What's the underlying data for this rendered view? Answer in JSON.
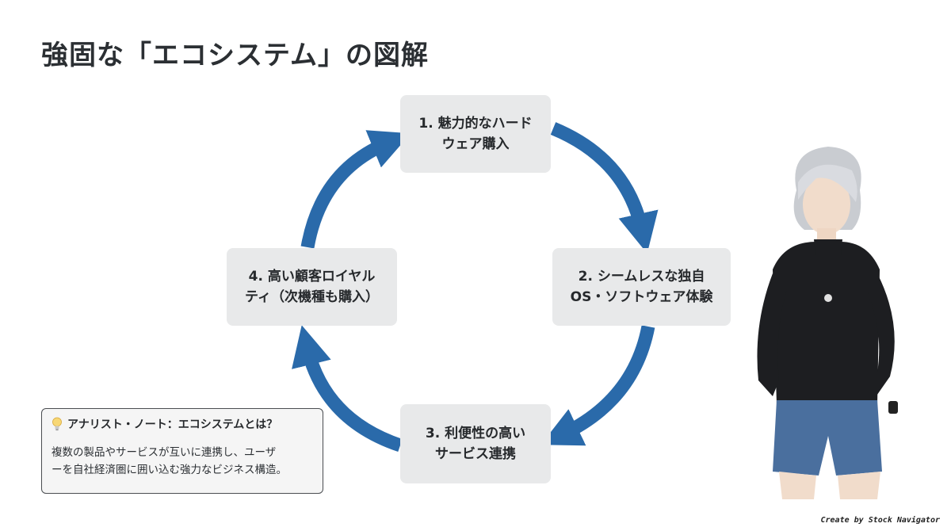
{
  "title": "強固な「エコシステム」の図解",
  "cycle": {
    "steps": [
      {
        "line1": "1. 魅力的なハード",
        "line2": "ウェア購入"
      },
      {
        "line1": "2. シームレスな独自",
        "line2": "OS・ソフトウェア体験"
      },
      {
        "line1": "3. 利便性の高い",
        "line2": "サービス連携"
      },
      {
        "line1": "4. 高い顧客ロイヤル",
        "line2": "ティ（次機種も購入）"
      }
    ],
    "arrow_color": "#2a6aaa"
  },
  "note": {
    "icon": "lightbulb-icon",
    "heading": "アナリスト・ノート：エコシステムとは？",
    "body_line1": "複数の製品やサービスが互いに連携し、ユーザ",
    "body_line2": "ーを自社経済圏に囲い込む強力なビジネス構造。"
  },
  "credit": "Create by Stock Navigator"
}
